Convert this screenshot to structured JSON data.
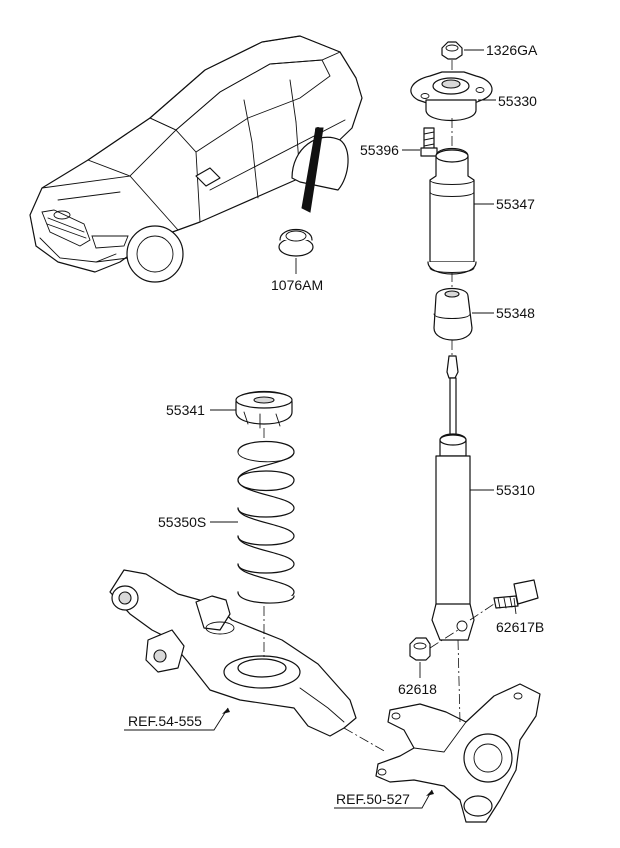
{
  "labels": {
    "p1326ga": "1326GA",
    "p55330": "55330",
    "p55396": "55396",
    "p55347": "55347",
    "p1076am": "1076AM",
    "p55348": "55348",
    "p55341": "55341",
    "p55310": "55310",
    "p55350s": "55350S",
    "p62617b": "62617B",
    "p62618": "62618",
    "ref54": "REF.54-555",
    "ref50": "REF.50-527"
  }
}
